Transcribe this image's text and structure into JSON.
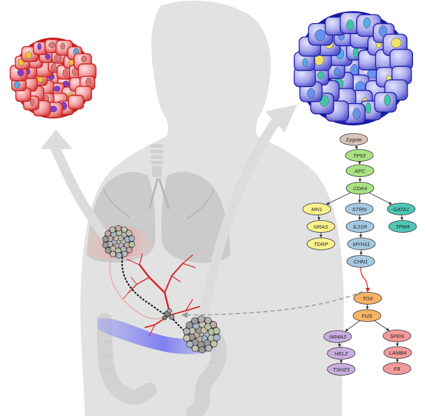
{
  "figure": {
    "background": "#ffffff",
    "silhouette_color": "#e2e2e2",
    "organ_color": "#cbcbcb",
    "lung_tumor_region_color": "#f4b6b6",
    "colon_tumor_region_color": "#9d9df2",
    "vessel_color": "#d9232a",
    "arrow_color": "#d8d8d8",
    "left_cluster": {
      "fill": "#f39a9a",
      "edge": "#c81e1e"
    },
    "right_cluster": {
      "fill": "#a7a7ec",
      "edge": "#1b1ba6"
    }
  },
  "tree": {
    "edge_color": "#333333",
    "migration_edge_color": "#e2231a",
    "nodes": [
      {
        "id": "zygote",
        "label": "Zygote",
        "italic": false,
        "color": "#d9c4bb"
      },
      {
        "id": "tp53",
        "label": "TP53",
        "italic": true,
        "color": "#a8e283"
      },
      {
        "id": "apc",
        "label": "APC",
        "italic": true,
        "color": "#a8e283"
      },
      {
        "id": "cdk4",
        "label": "CDK4",
        "italic": true,
        "color": "#a8e283"
      },
      {
        "id": "mn1",
        "label": "MN1",
        "italic": true,
        "color": "#fbf28e"
      },
      {
        "id": "nras",
        "label": "NRAS",
        "italic": true,
        "color": "#fbf28e"
      },
      {
        "id": "tdrp",
        "label": "TDRP",
        "italic": true,
        "color": "#fbf28e"
      },
      {
        "id": "strn",
        "label": "STRN",
        "italic": true,
        "color": "#a4c9e2"
      },
      {
        "id": "il21r",
        "label": "IL21R",
        "italic": true,
        "color": "#a4c9e2"
      },
      {
        "id": "myh11",
        "label": "MYH11",
        "italic": true,
        "color": "#a4c9e2"
      },
      {
        "id": "chn1",
        "label": "CHN1",
        "italic": true,
        "color": "#a4c9e2"
      },
      {
        "id": "gata1",
        "label": "GATA1",
        "italic": true,
        "color": "#4fc6b6"
      },
      {
        "id": "tpm4",
        "label": "TPM4",
        "italic": true,
        "color": "#4fc6b6"
      },
      {
        "id": "tox",
        "label": "TOX",
        "italic": true,
        "color": "#f8b266"
      },
      {
        "id": "fus",
        "label": "FUS",
        "italic": true,
        "color": "#f8b266"
      },
      {
        "id": "nr4a3",
        "label": "NR4A3",
        "italic": true,
        "color": "#c8aee0"
      },
      {
        "id": "helz",
        "label": "HELZ",
        "italic": true,
        "color": "#c8aee0"
      },
      {
        "id": "tshz3",
        "label": "TSHZ3",
        "italic": true,
        "color": "#c8aee0"
      },
      {
        "id": "spen",
        "label": "SPEN",
        "italic": true,
        "color": "#f39a9a"
      },
      {
        "id": "lamb4",
        "label": "LAMB4",
        "italic": true,
        "color": "#f39a9a"
      },
      {
        "id": "f8",
        "label": "F8",
        "italic": true,
        "color": "#f39a9a"
      }
    ],
    "edges": [
      [
        "zygote",
        "tp53"
      ],
      [
        "tp53",
        "apc"
      ],
      [
        "apc",
        "cdk4"
      ],
      [
        "cdk4",
        "mn1"
      ],
      [
        "cdk4",
        "strn"
      ],
      [
        "cdk4",
        "gata1"
      ],
      [
        "mn1",
        "nras"
      ],
      [
        "nras",
        "tdrp"
      ],
      [
        "strn",
        "il21r"
      ],
      [
        "il21r",
        "myh11"
      ],
      [
        "myh11",
        "chn1"
      ],
      [
        "gata1",
        "tpm4"
      ],
      [
        "chn1",
        "tox"
      ],
      [
        "tox",
        "fus"
      ],
      [
        "fus",
        "nr4a3"
      ],
      [
        "fus",
        "spen"
      ],
      [
        "nr4a3",
        "helz"
      ],
      [
        "helz",
        "tshz3"
      ],
      [
        "spen",
        "lamb4"
      ],
      [
        "lamb4",
        "f8"
      ]
    ],
    "migration_edge": [
      "chn1",
      "tox"
    ]
  }
}
